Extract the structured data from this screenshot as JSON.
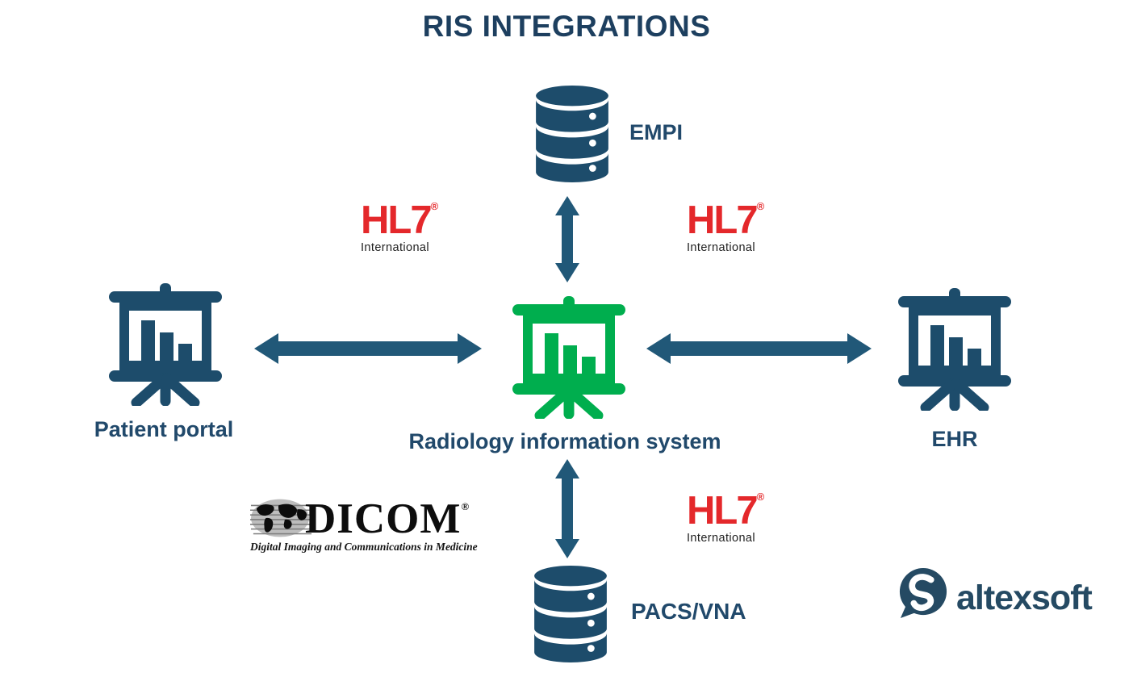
{
  "title": "RIS INTEGRATIONS",
  "nodes": {
    "empi": {
      "label": "EMPI"
    },
    "patient_portal": {
      "label": "Patient portal"
    },
    "ris": {
      "label": "Radiology information system"
    },
    "ehr": {
      "label": "EHR"
    },
    "pacs": {
      "label": "PACS/VNA"
    }
  },
  "logos": {
    "hl7": {
      "name": "HL7",
      "registered": "®",
      "subtitle": "International"
    },
    "dicom": {
      "name": "DICOM",
      "registered": "®",
      "tagline": "Digital Imaging and Communications in Medicine"
    },
    "altexsoft": {
      "name": "altexsoft"
    }
  },
  "colors": {
    "title": "#1d3f5f",
    "label": "#21496b",
    "navy": "#1d4c6b",
    "arrow": "#215878",
    "green": "#00ae4e",
    "red": "#e4282b",
    "black": "#0d0d0d",
    "altexsoft": "#254a63"
  }
}
